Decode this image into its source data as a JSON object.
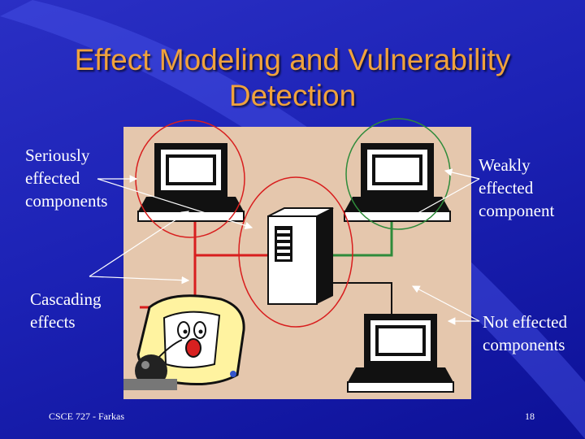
{
  "slide": {
    "title_line1": "Effect Modeling and Vulnerability",
    "title_line2": "Detection",
    "colors": {
      "background": "#1c22b5",
      "title": "#f0a23c",
      "panel": "#e5c7ad",
      "red_link": "#d81e1e",
      "green_link": "#2e8b3a",
      "plain_link": "#111111"
    }
  },
  "labels": {
    "serious": [
      "Seriously",
      "effected",
      "components"
    ],
    "cascading": [
      "Cascading",
      "effects"
    ],
    "weak": [
      "Weakly",
      "effected",
      "component"
    ],
    "not": [
      "Not effected",
      "components"
    ]
  },
  "footer": {
    "course": "CSCE 727 - Farkas",
    "page": "18"
  },
  "icons": [
    "workstation-icon",
    "server-tower-icon",
    "sick-computer-icon",
    "bomb-icon"
  ]
}
